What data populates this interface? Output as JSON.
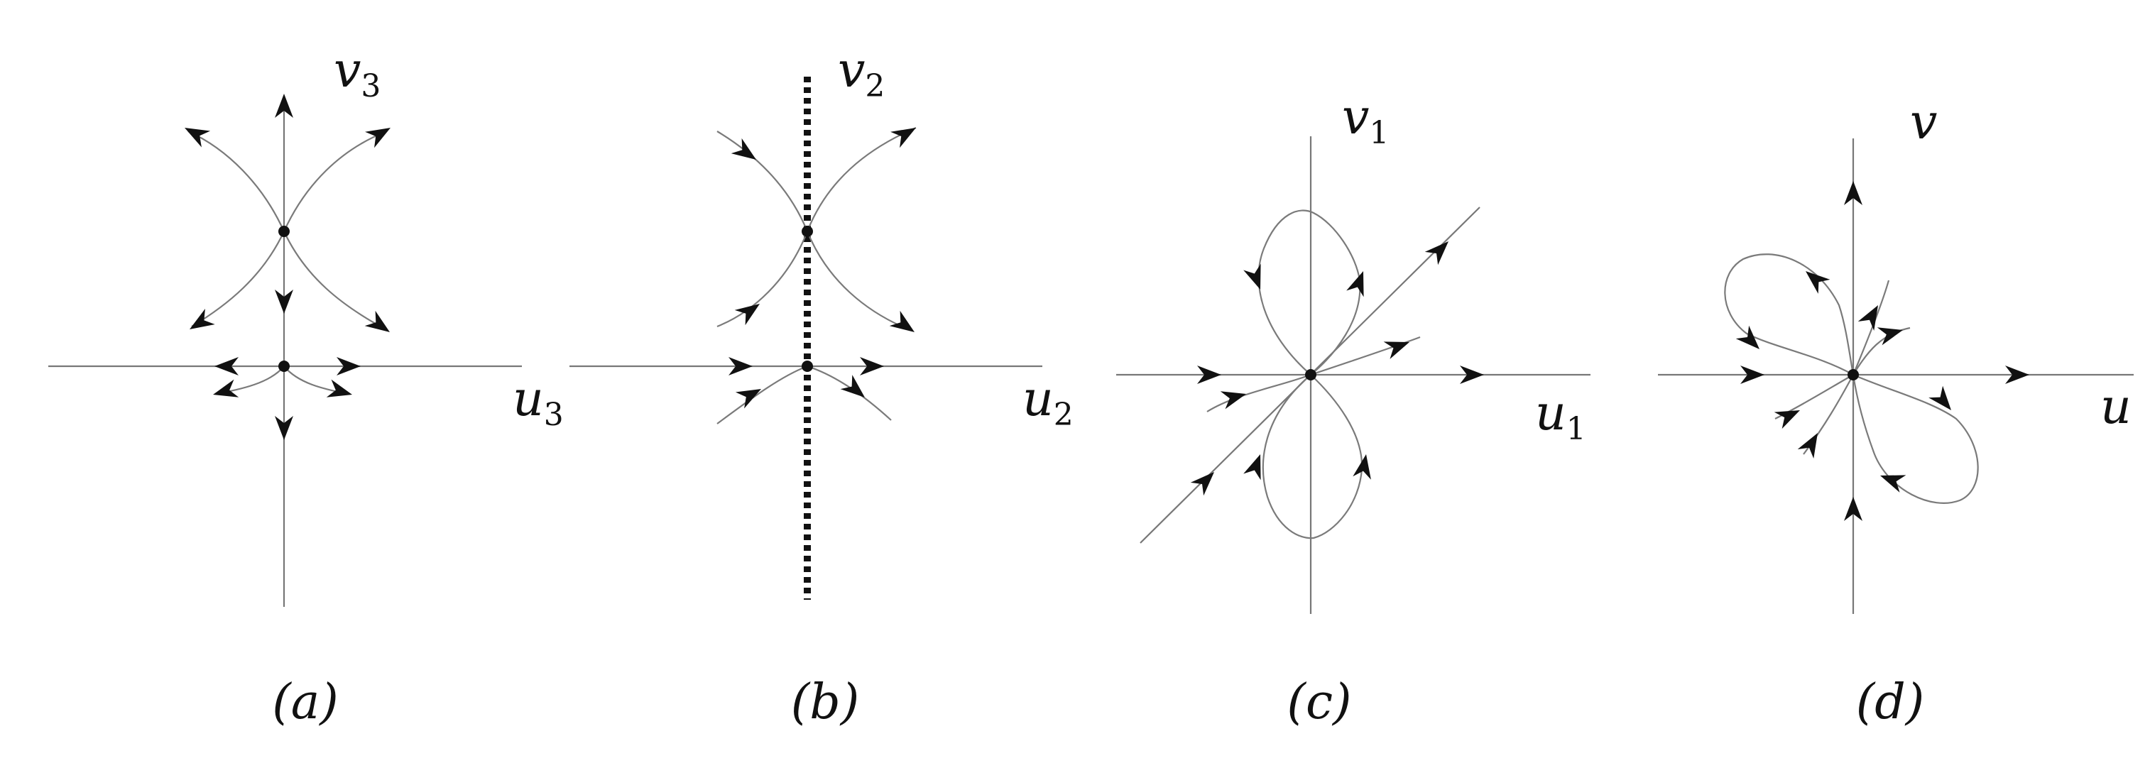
{
  "panels": [
    {
      "id": "a",
      "caption": "(a)",
      "horizontal_axis": {
        "var": "u",
        "sub": "3"
      },
      "vertical_axis": {
        "var": "v",
        "sub": "3"
      }
    },
    {
      "id": "b",
      "caption": "(b)",
      "horizontal_axis": {
        "var": "u",
        "sub": "2"
      },
      "vertical_axis": {
        "var": "v",
        "sub": "2"
      }
    },
    {
      "id": "c",
      "caption": "(c)",
      "horizontal_axis": {
        "var": "u",
        "sub": "1"
      },
      "vertical_axis": {
        "var": "v",
        "sub": "1"
      }
    },
    {
      "id": "d",
      "caption": "(d)",
      "horizontal_axis": {
        "var": "u",
        "sub": ""
      },
      "vertical_axis": {
        "var": "v",
        "sub": ""
      }
    }
  ],
  "colors": {
    "ink": "#111111",
    "trajectory": "#7a7a7a",
    "background": "#ffffff"
  }
}
